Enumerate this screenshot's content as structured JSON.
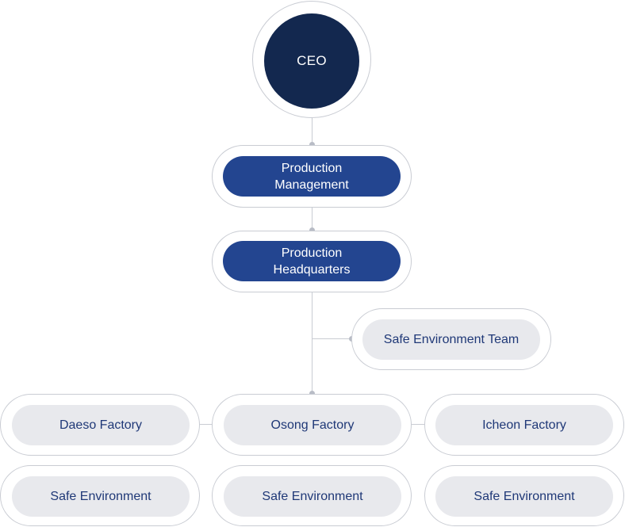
{
  "ceo": {
    "label": "CEO"
  },
  "production_management": {
    "label_line1": "Production",
    "label_line2": "Management"
  },
  "production_headquarters": {
    "label_line1": "Production",
    "label_line2": "Headquarters"
  },
  "safe_environment_team": {
    "label": "Safe Environment Team"
  },
  "factories": [
    {
      "name": "Daeso Factory",
      "sub": "Safe Environment"
    },
    {
      "name": "Osong Factory",
      "sub": "Safe Environment"
    },
    {
      "name": "Icheon Factory",
      "sub": "Safe Environment"
    }
  ],
  "colors": {
    "dark_navy": "#13284f",
    "royal_blue": "#234590",
    "light_gray": "#e8e9ed",
    "text_blue": "#1f3877",
    "border": "#c9ccd3"
  }
}
